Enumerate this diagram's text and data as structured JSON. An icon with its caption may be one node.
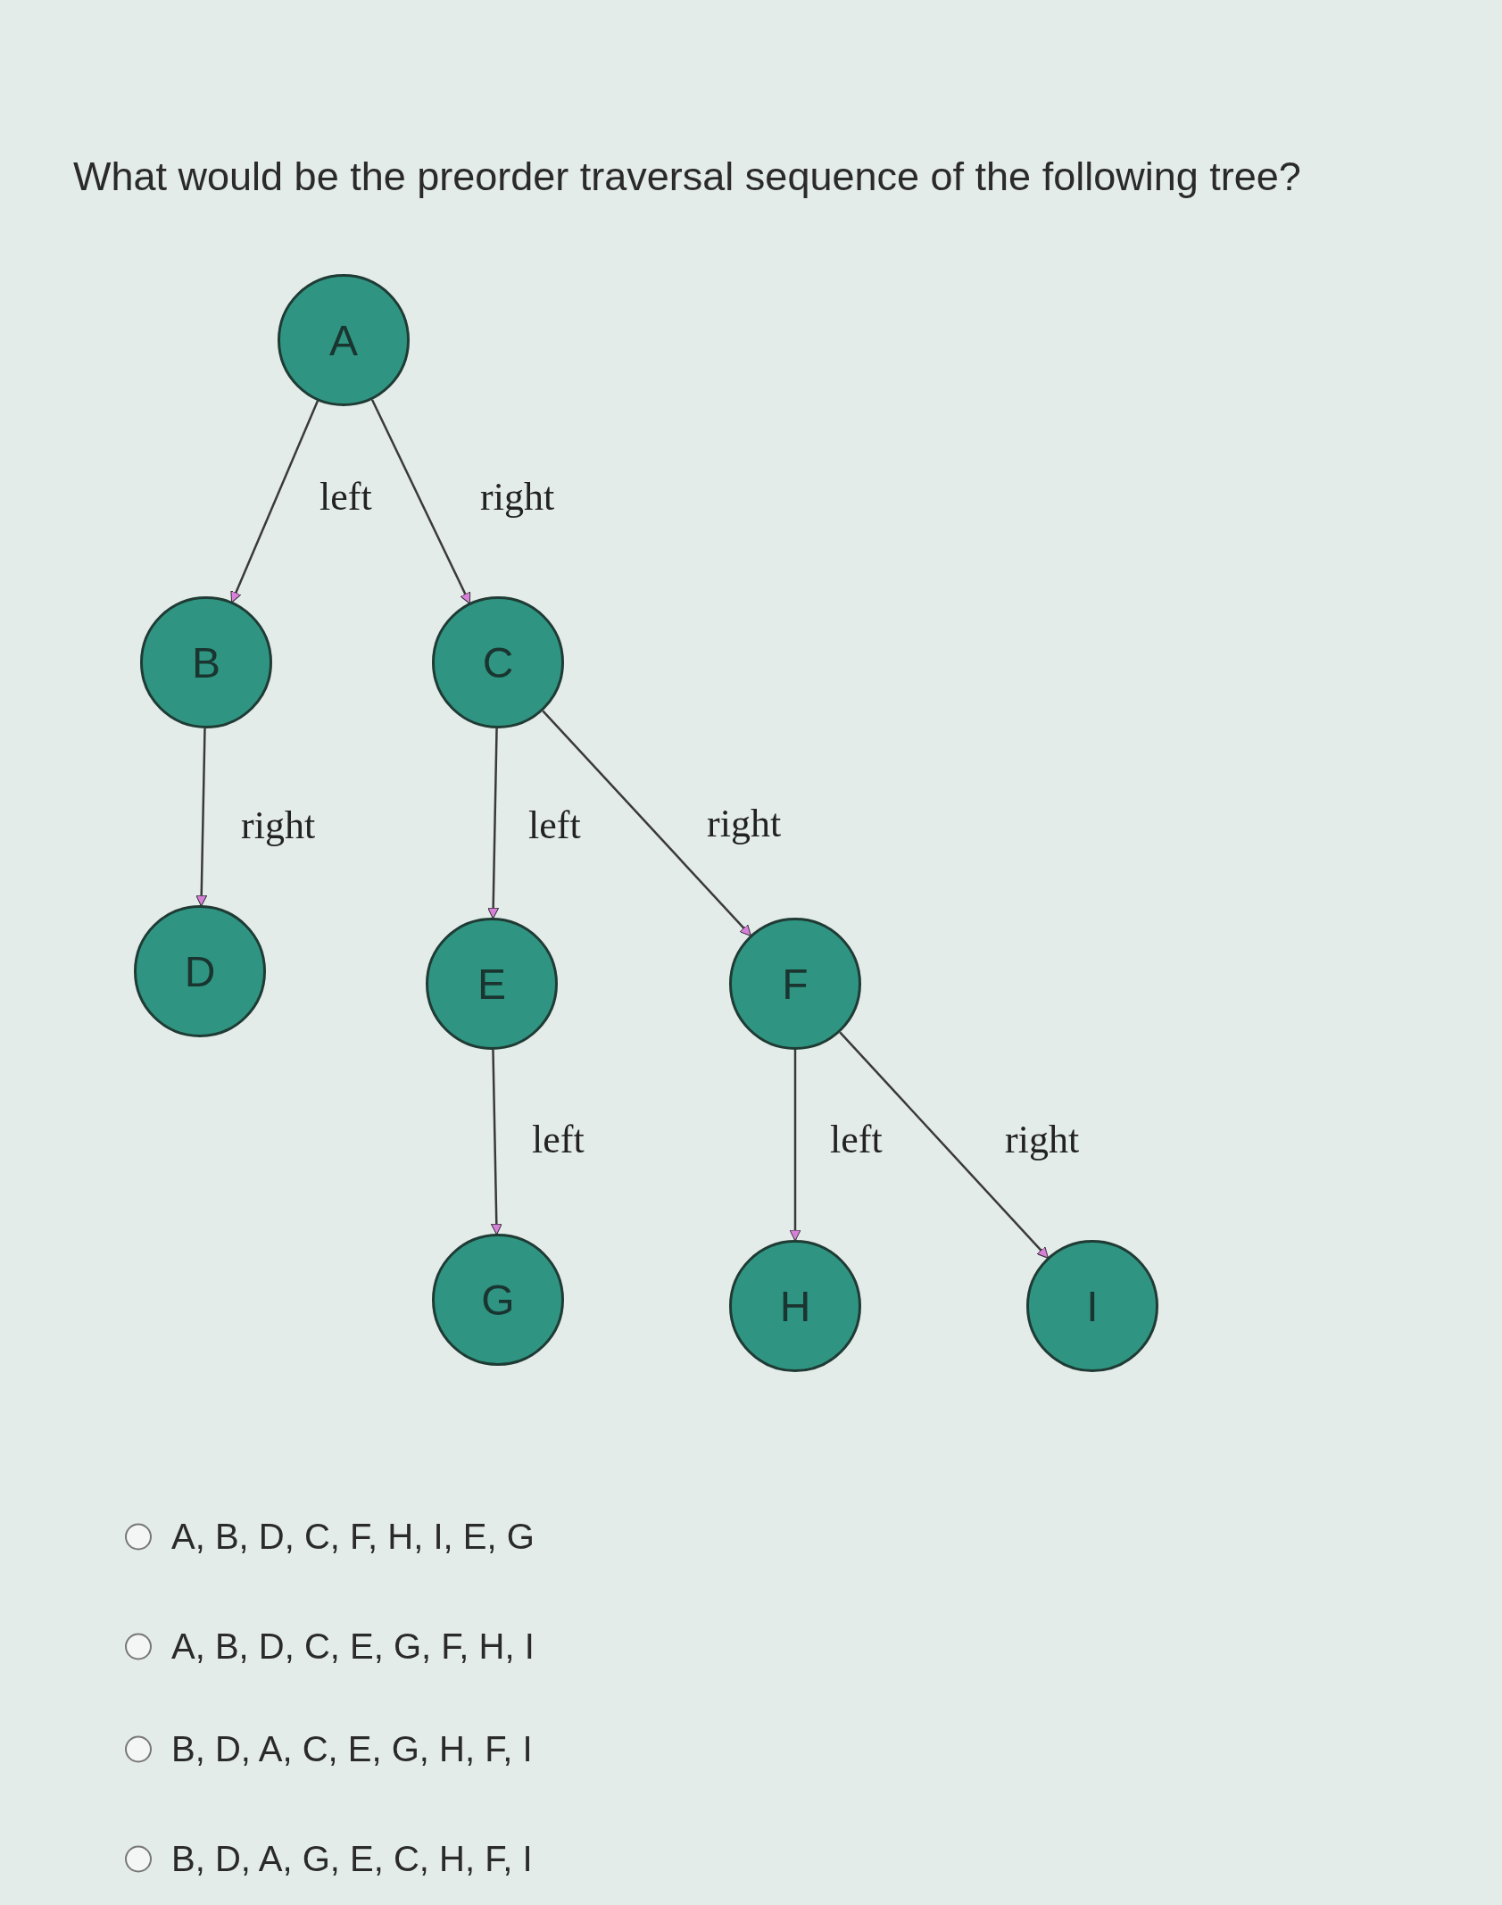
{
  "diagram": {
    "title": "What would be the preorder traversal sequence of the following tree?",
    "nodes": [
      {
        "text": [
          "A"
        ]
      },
      {
        "text": [
          "B"
        ]
      },
      {
        "text": [
          "C"
        ]
      },
      {
        "text": [
          "D"
        ]
      },
      {
        "text": [
          "E"
        ]
      },
      {
        "text": [
          "F"
        ]
      },
      {
        "text": [
          "G"
        ]
      },
      {
        "text": [
          "H"
        ]
      },
      {
        "text": [
          "I"
        ]
      }
    ],
    "edges": [
      {
        "from": 0,
        "to": 1,
        "arrow": "to",
        "label": "left"
      },
      {
        "from": 0,
        "to": 2,
        "arrow": "to",
        "label": "right"
      },
      {
        "from": 1,
        "to": 3,
        "arrow": "to",
        "label": "right"
      },
      {
        "from": 2,
        "to": 4,
        "arrow": "to",
        "label": "left"
      },
      {
        "from": 2,
        "to": 5,
        "arrow": "to",
        "label": "right"
      },
      {
        "from": 4,
        "to": 6,
        "arrow": "to",
        "label": "left"
      },
      {
        "from": 5,
        "to": 7,
        "arrow": "to",
        "label": "left"
      },
      {
        "from": 5,
        "to": 8,
        "arrow": "to",
        "label": "right"
      }
    ],
    "labels": [
      "A, B, D, C, F, H, I, E, G",
      "A, B, D, C, E, G, F, H, I",
      "B, D, A, C, E, G, H, F, I",
      "B, D, A, G, E, C, H, F, I"
    ]
  }
}
